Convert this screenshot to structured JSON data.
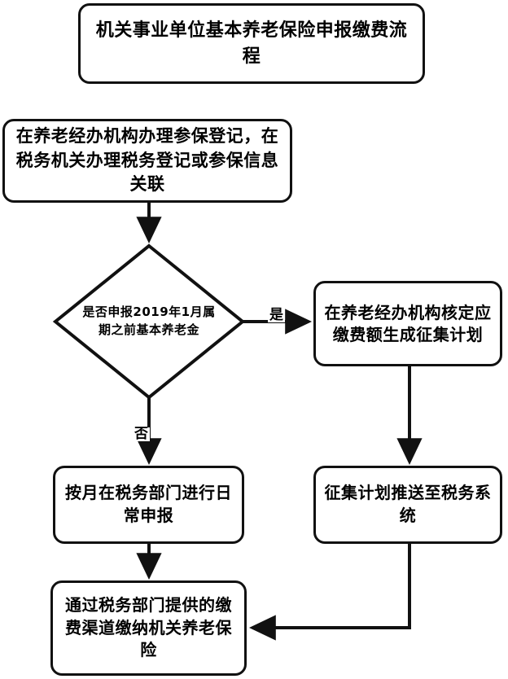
{
  "diagram": {
    "title": "机关事业单位基本养老保险申报缴费流程",
    "theme": {
      "stroke": "#111111",
      "fill": "#ffffff",
      "text": "#000000"
    },
    "nodes": {
      "title": {
        "id": "title",
        "shape": "rounded-rect",
        "text": "机关事业单位基本养老保险申报缴费流程"
      },
      "register": {
        "id": "register",
        "shape": "rounded-rect",
        "text": "在养老经办机构办理参保登记，在税务机关办理税务登记或参保信息关联"
      },
      "decision": {
        "id": "decision",
        "shape": "diamond",
        "text": "是否申报2019年1月属期之前基本养老金"
      },
      "verify": {
        "id": "verify",
        "shape": "rounded-rect",
        "text": "在养老经办机构核定应缴费额生成征集计划"
      },
      "monthly": {
        "id": "monthly",
        "shape": "rounded-rect",
        "text": "按月在税务部门进行日常申报"
      },
      "push": {
        "id": "push",
        "shape": "rounded-rect",
        "text": "征集计划推送至税务系统"
      },
      "pay": {
        "id": "pay",
        "shape": "rounded-rect",
        "text": "通过税务部门提供的缴费渠道缴纳机关养老保险"
      }
    },
    "edges": [
      {
        "from": "register",
        "to": "decision",
        "label": ""
      },
      {
        "from": "decision",
        "to": "verify",
        "label": "是"
      },
      {
        "from": "decision",
        "to": "monthly",
        "label": "否"
      },
      {
        "from": "verify",
        "to": "push",
        "label": ""
      },
      {
        "from": "monthly",
        "to": "pay",
        "label": ""
      },
      {
        "from": "push",
        "to": "pay",
        "label": ""
      }
    ],
    "labels": {
      "yes": "是",
      "no": "否"
    }
  }
}
